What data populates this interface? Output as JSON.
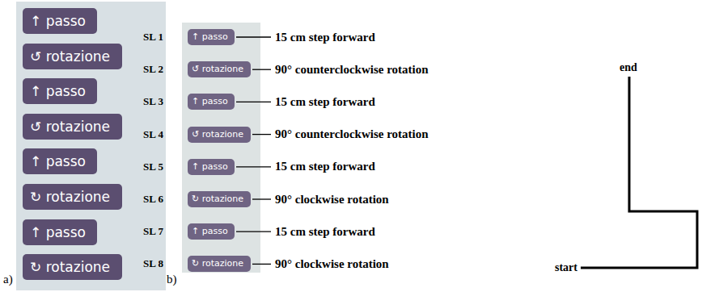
{
  "diagram": {
    "nodes": [
      {
        "text": [
          "↑ passo"
        ]
      },
      {
        "text": [
          "↺ rotazione"
        ]
      },
      {
        "text": [
          "↑ passo"
        ]
      },
      {
        "text": [
          "↺ rotazione"
        ]
      },
      {
        "text": [
          "↑ passo"
        ]
      },
      {
        "text": [
          "↻ rotazione"
        ]
      },
      {
        "text": [
          "↑ passo"
        ]
      },
      {
        "text": [
          "↻ rotazione"
        ]
      },
      {
        "text": [
          "↑ passo"
        ]
      },
      {
        "text": [
          "↺ rotazione"
        ]
      },
      {
        "text": [
          "↑ passo"
        ]
      },
      {
        "text": [
          "↺ rotazione"
        ]
      },
      {
        "text": [
          "↑ passo"
        ]
      },
      {
        "text": [
          "↻ rotazione"
        ]
      },
      {
        "text": [
          "↑ passo"
        ]
      },
      {
        "text": [
          "↻ rotazione"
        ]
      }
    ],
    "labels": [
      "a)",
      "b)",
      "SL 1",
      "SL 2",
      "SL 3",
      "SL 4",
      "SL 5",
      "SL 6",
      "SL 7",
      "SL 8",
      "15 cm step forward",
      "90° counterclockwise rotation",
      "15 cm step forward",
      "90° counterclockwise rotation",
      "15 cm step forward",
      "90° clockwise rotation",
      "15 cm step forward",
      "90° clockwise rotation",
      "end",
      "start"
    ]
  }
}
